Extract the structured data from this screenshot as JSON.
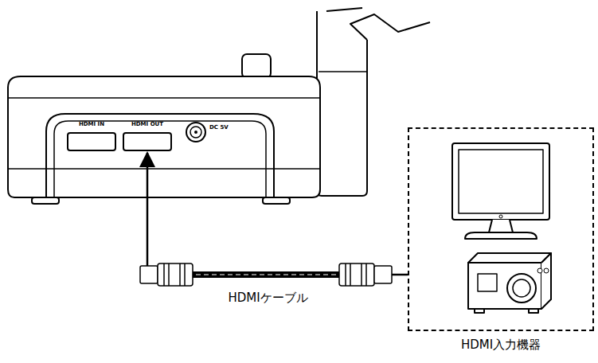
{
  "diagram": {
    "nodes": [
      {
        "text": [
          "HDMI IN"
        ]
      },
      {
        "text": [
          "HDMI OUT"
        ]
      },
      {
        "text": [
          "DC 5V"
        ]
      },
      {
        "text": [
          "HDMI入力機器"
        ]
      }
    ],
    "edges": [
      {
        "from": 3,
        "to": 1,
        "label": "HDMIケーブル",
        "arrow": "to"
      }
    ]
  }
}
